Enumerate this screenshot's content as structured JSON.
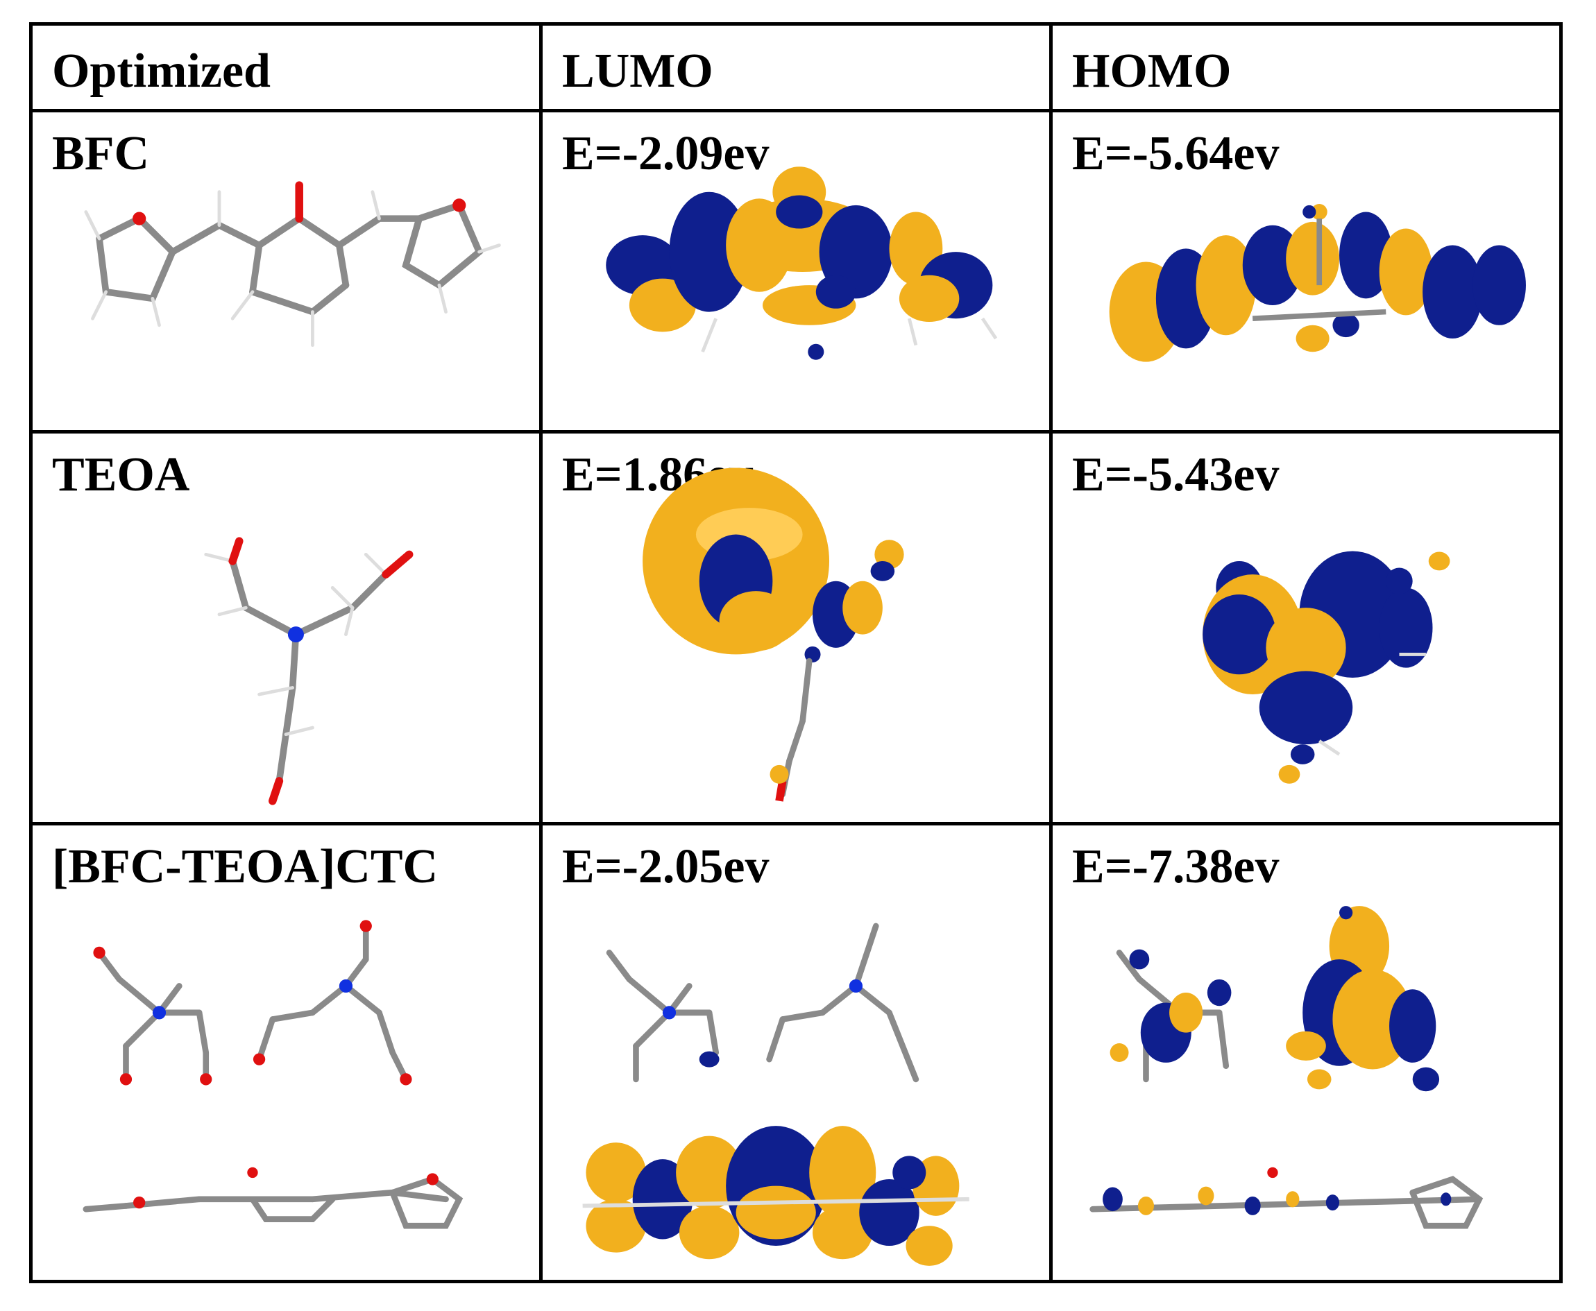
{
  "headers": [
    "Optimized",
    "LUMO",
    "HOMO"
  ],
  "rows": [
    {
      "name": "BFC",
      "lumo": "E=-2.09ev",
      "homo": "E=-5.64ev"
    },
    {
      "name": "TEOA",
      "lumo": "E=1.86ev",
      "homo": "E=-5.43ev"
    },
    {
      "name": "[BFC-TEOA]CTC",
      "lumo": "E=-2.05ev",
      "homo": "E=-7.38ev"
    }
  ],
  "colors": {
    "positive_lobe": "#f2b01e",
    "negative_lobe": "#0f1f8e",
    "carbon": "#8a8a8a",
    "oxygen": "#e01010",
    "nitrogen": "#1030e0"
  },
  "icons": [
    "bfc-molecule-image",
    "teoa-molecule-image",
    "ctc-molecule-image",
    "orbital-lobes-image"
  ]
}
